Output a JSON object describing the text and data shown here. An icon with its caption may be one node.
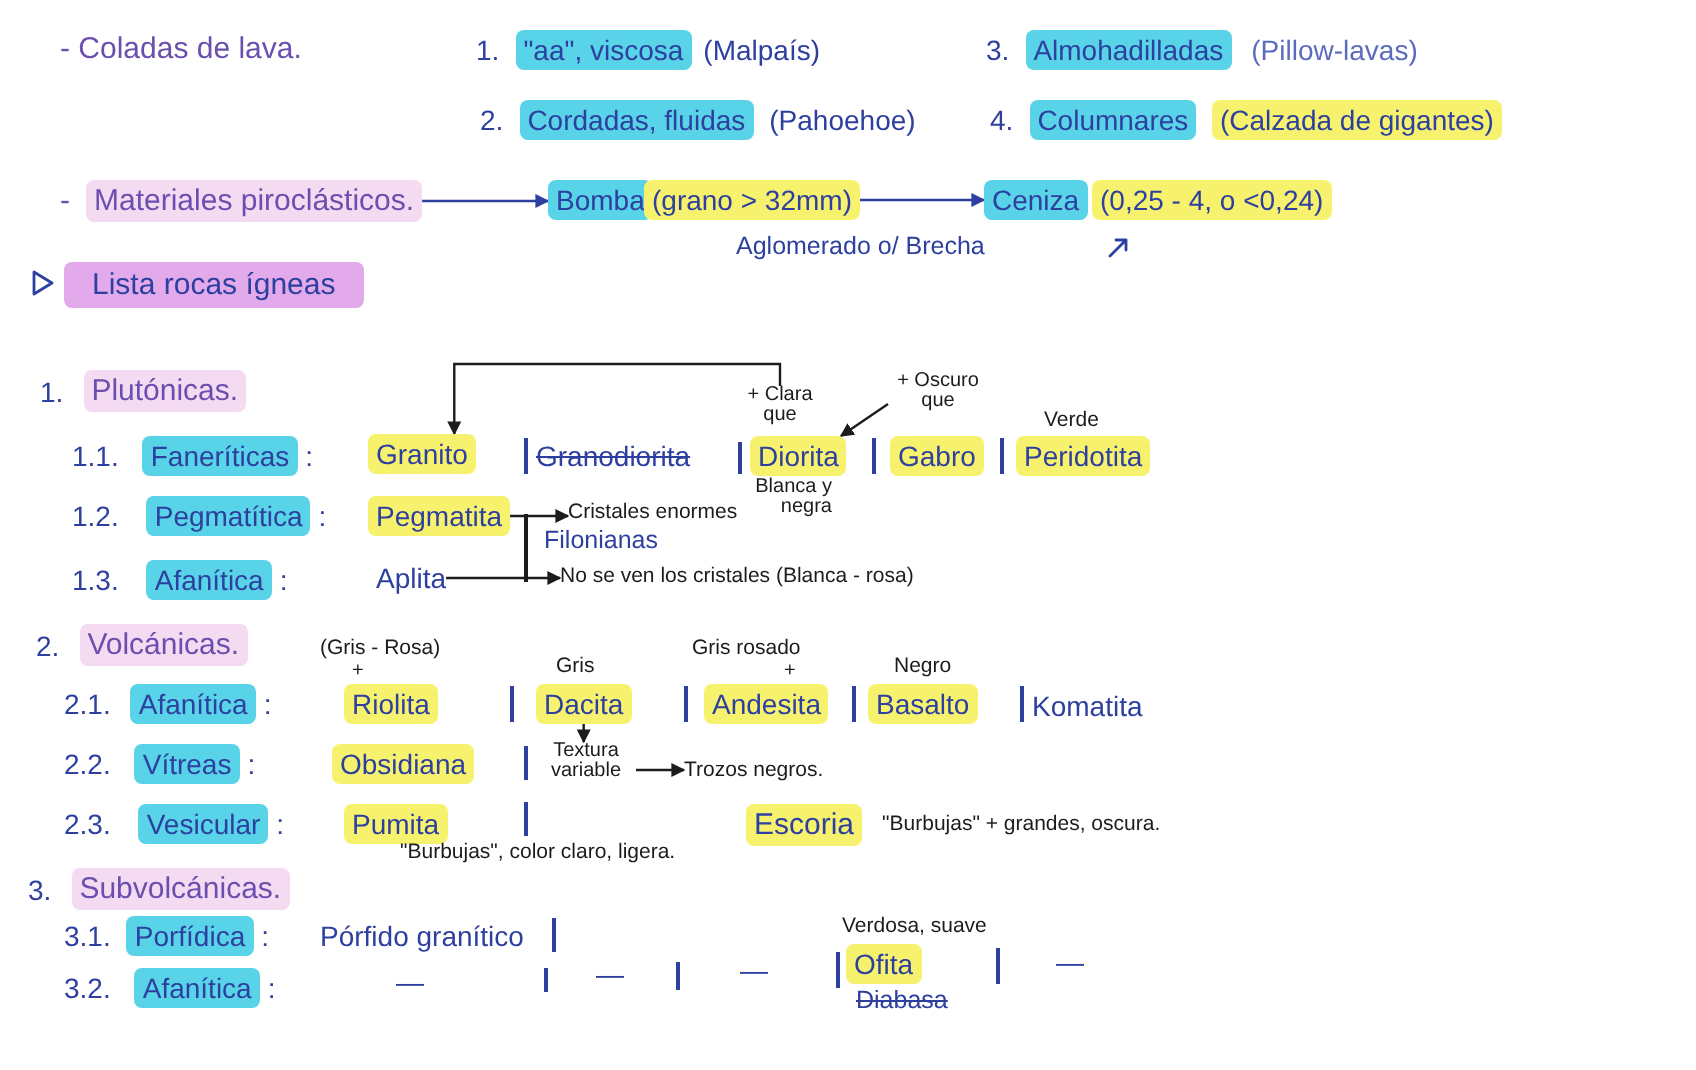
{
  "diagram": {
    "nodes": [
      {
        "text": [
          "\"aa\", viscosa"
        ],
        "beside": [
          "1.",
          "(Malpaís)"
        ]
      },
      {
        "text": [
          "Almohadilladas"
        ],
        "beside": [
          "3.",
          "(Pillow-lavas)"
        ]
      },
      {
        "text": [
          "Cordadas, fluidas"
        ],
        "beside": [
          "2.",
          "(Pahoehoe)"
        ]
      },
      {
        "text": [
          "Columnares"
        ],
        "beside": [
          "4."
        ]
      },
      {
        "text": [
          "(Calzada de gigantes)"
        ]
      },
      {
        "text": [
          "Materiales piroclásticos."
        ],
        "beside": [
          "-"
        ]
      },
      {
        "text": [
          "Bomba"
        ]
      },
      {
        "text": [
          "(grano > 32mm)"
        ]
      },
      {
        "text": [
          "Ceniza"
        ]
      },
      {
        "text": [
          "(0,25 - 4, o <0,24)"
        ]
      },
      {
        "text": [
          "Lista rocas ígneas"
        ]
      },
      {
        "text": [
          "Plutónicas."
        ],
        "beside": [
          "1."
        ]
      },
      {
        "text": [
          "Faneríticas"
        ],
        "beside": [
          "1.1.",
          ":"
        ]
      },
      {
        "text": [
          "Granito"
        ]
      },
      {
        "text": [
          "+ Clara que"
        ]
      },
      {
        "text": [
          "Diorita"
        ],
        "beside": [
          "Blanca y negra"
        ]
      },
      {
        "text": [
          "+ Oscuro que"
        ]
      },
      {
        "text": [
          "Gabro"
        ]
      },
      {
        "text": [
          "Peridotita"
        ],
        "beside": [
          "Verde"
        ]
      },
      {
        "text": [
          "Pegmatítica"
        ],
        "beside": [
          "1.2.",
          ":"
        ]
      },
      {
        "text": [
          "Pegmatita"
        ]
      },
      {
        "text": [
          "Cristales enormes"
        ]
      },
      {
        "text": [
          "Afanítica"
        ],
        "beside": [
          "1.3.",
          ":"
        ]
      },
      {
        "text": [
          "Aplita"
        ]
      },
      {
        "text": [
          "No se ven los cristales (Blanca - rosa)"
        ]
      },
      {
        "text": [
          "Volcánicas."
        ],
        "beside": [
          "2."
        ]
      },
      {
        "text": [
          "Afanítica"
        ],
        "beside": [
          "2.1.",
          ":"
        ]
      },
      {
        "text": [
          "Riolita"
        ],
        "beside": [
          "(Gris - Rosa)",
          "+"
        ]
      },
      {
        "text": [
          "Dacita"
        ],
        "beside": [
          "Gris"
        ]
      },
      {
        "text": [
          "Andesita"
        ],
        "beside": [
          "Gris rosado",
          "+"
        ]
      },
      {
        "text": [
          "Basalto"
        ],
        "beside": [
          "Negro"
        ]
      },
      {
        "text": [
          "Vítreas"
        ],
        "beside": [
          "2.2.",
          ":"
        ]
      },
      {
        "text": [
          "Obsidiana"
        ]
      },
      {
        "text": [
          "Textura variable"
        ]
      },
      {
        "text": [
          "Trozos negros."
        ]
      },
      {
        "text": [
          "Vesicular"
        ],
        "beside": [
          "2.3.",
          ":"
        ]
      },
      {
        "text": [
          "Pumita"
        ],
        "beside": [
          "\"Burbujas\", color claro, ligera."
        ]
      },
      {
        "text": [
          "Escoria"
        ],
        "beside": [
          "\"Burbujas\" + grandes, oscura."
        ]
      },
      {
        "text": [
          "Subvolcánicas."
        ],
        "beside": [
          "3."
        ]
      },
      {
        "text": [
          "Porfídica"
        ],
        "beside": [
          "3.1.",
          ":"
        ]
      },
      {
        "text": [
          "Afanítica"
        ],
        "beside": [
          "3.2.",
          ":"
        ]
      },
      {
        "text": [
          "Ofita"
        ],
        "beside": [
          "Verdosa, suave",
          "Diabasa"
        ]
      }
    ],
    "edges": [
      {
        "from": 5,
        "to": 6,
        "arrow": "to",
        "color": "#2d3f9f"
      },
      {
        "from": 7,
        "to": 8,
        "arrow": "to",
        "color": "#2d3f9f"
      },
      {
        "from": 14,
        "to": 13,
        "arrow": "to"
      },
      {
        "from": 16,
        "to": 15,
        "arrow": "to"
      },
      {
        "from": 20,
        "to": 21,
        "arrow": "to"
      },
      {
        "from": 23,
        "to": 24,
        "arrow": "to"
      },
      {
        "from": 28,
        "to": 33,
        "arrow": "to"
      },
      {
        "from": 33,
        "to": 34,
        "arrow": "to"
      }
    ],
    "labels": [
      "- Coladas de lava.",
      "Aglomerado o/ Brecha",
      "Granodiorita",
      "Filonianas",
      "Komatita",
      "Pórfido granítico",
      "—",
      "—",
      "—",
      "—"
    ]
  }
}
